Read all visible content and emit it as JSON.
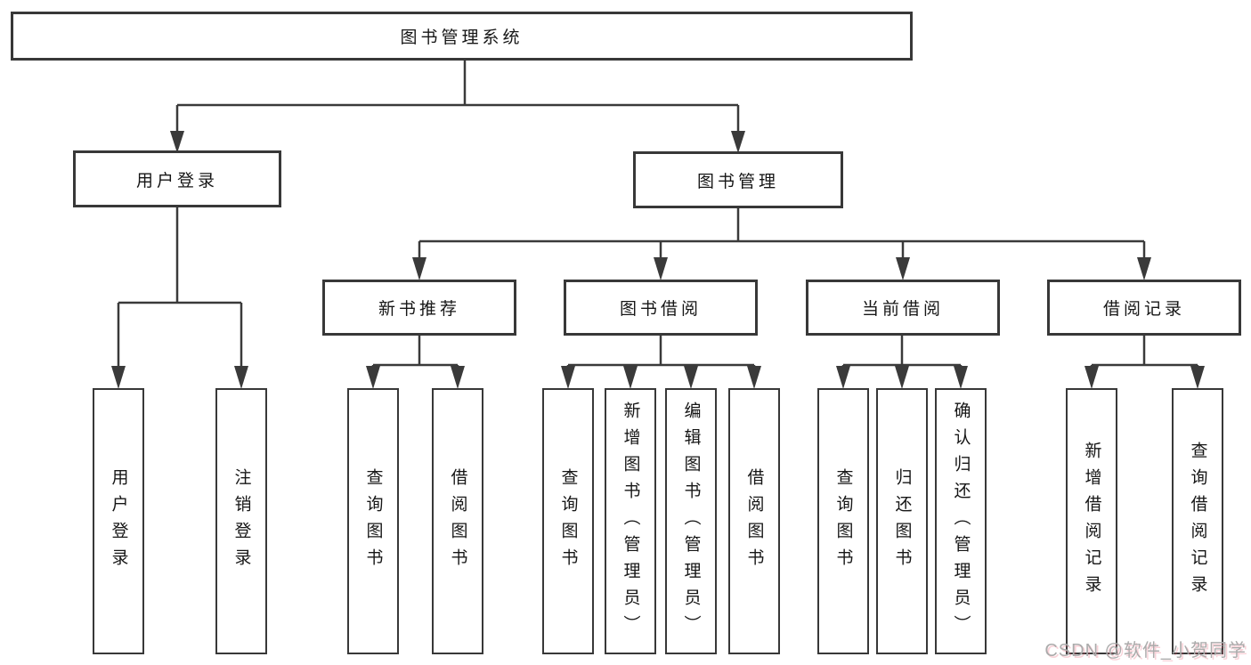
{
  "tree": {
    "root": {
      "label": "图书管理系统"
    },
    "branches": [
      {
        "label": "用户登录",
        "children": [
          {
            "label": "用户登录"
          },
          {
            "label": "注销登录"
          }
        ]
      },
      {
        "label": "图书管理",
        "children": [
          {
            "label": "新书推荐",
            "children": [
              {
                "label": "查询图书"
              },
              {
                "label": "借阅图书"
              }
            ]
          },
          {
            "label": "图书借阅",
            "children": [
              {
                "label": "查询图书"
              },
              {
                "label": "新增图书（管理员）"
              },
              {
                "label": "编辑图书（管理员）"
              },
              {
                "label": "借阅图书"
              }
            ]
          },
          {
            "label": "当前借阅",
            "children": [
              {
                "label": "查询图书"
              },
              {
                "label": "归还图书"
              },
              {
                "label": "确认归还（管理员）"
              }
            ]
          },
          {
            "label": "借阅记录",
            "children": [
              {
                "label": "新增借阅记录"
              },
              {
                "label": "查询借阅记录"
              }
            ]
          }
        ]
      }
    ]
  },
  "watermark": {
    "text": "CSDN @软件_小贺同学"
  },
  "colors": {
    "line": "#3a3a3a",
    "box_border": "#383838",
    "box_fill": "#ffffff",
    "text": "#161616",
    "watermark": "#ababab"
  }
}
